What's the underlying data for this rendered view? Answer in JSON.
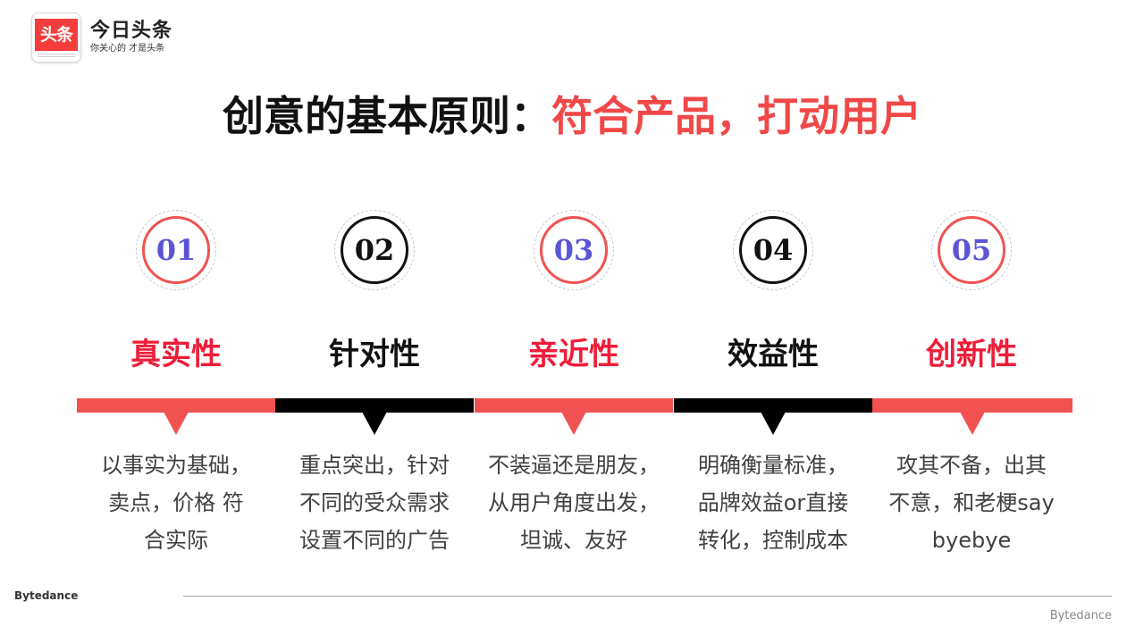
{
  "logo": {
    "badge_text": "头条",
    "name": "今日头条",
    "slogan": "你关心的 才是头条"
  },
  "title": {
    "prefix": "创意的基本原则：",
    "highlight": "符合产品，打动用户"
  },
  "columns": [
    {
      "number": "01",
      "heading": "真实性",
      "desc": [
        "以事实为基础，",
        "卖点，价格  符",
        "合实际"
      ]
    },
    {
      "number": "02",
      "heading": "针对性",
      "desc": [
        "重点突出，针对",
        "不同的受众需求",
        "设置不同的广告"
      ]
    },
    {
      "number": "03",
      "heading": "亲近性",
      "desc": [
        "不装逼还是朋友，",
        "从用户角度出发，",
        "坦诚、友好"
      ]
    },
    {
      "number": "04",
      "heading": "效益性",
      "desc": [
        "明确衡量标准，",
        "品牌效益or直接",
        "转化，控制成本"
      ]
    },
    {
      "number": "05",
      "heading": "创新性",
      "desc": [
        "攻其不备，出其",
        "不意，和老梗say",
        "byebye"
      ]
    }
  ],
  "colors": {
    "accent_red": "#f05252",
    "heading_red": "#ee1d3a",
    "number_blue": "#5b55d6",
    "black": "#000000"
  },
  "footer": {
    "left": "Bytedance",
    "right": "Bytedance"
  }
}
